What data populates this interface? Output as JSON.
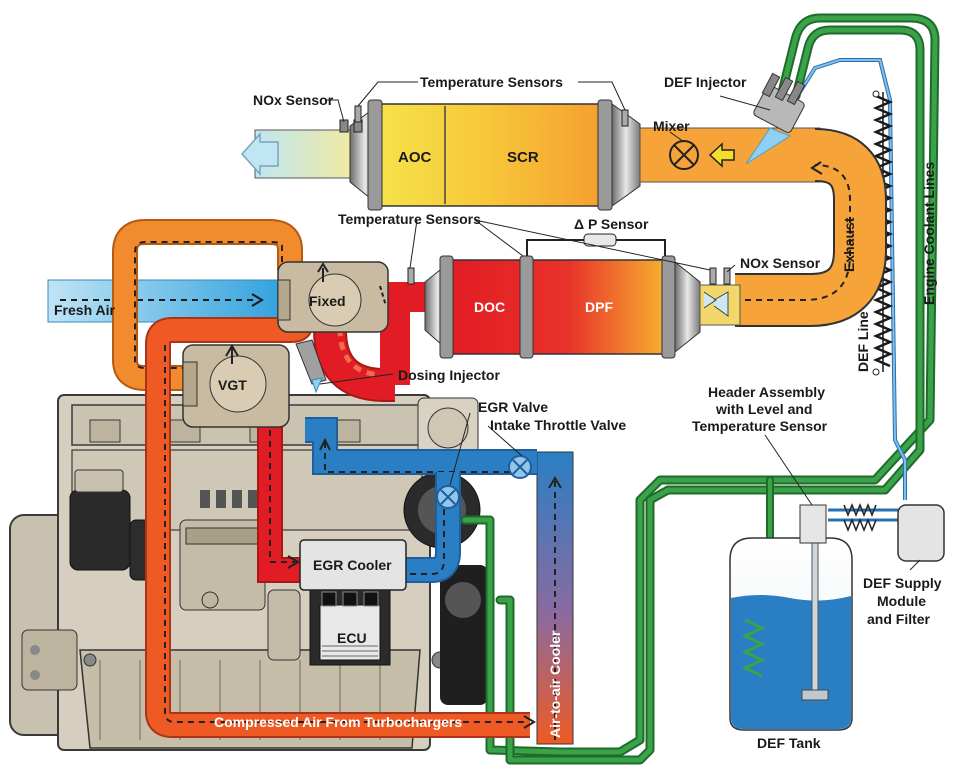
{
  "labels": {
    "nox_sensor_top": "NOx Sensor",
    "temp_sensors_top": "Temperature Sensors",
    "def_injector": "DEF Injector",
    "mixer": "Mixer",
    "aoc": "AOC",
    "scr": "SCR",
    "temp_sensors_mid": "Temperature Sensors",
    "dp_sensor": "Δ P Sensor",
    "nox_sensor_mid": "NOx Sensor",
    "exhaust": "Exhaust",
    "engine_coolant_lines": "Engine Coolant Lines",
    "def_line": "DEF Line",
    "fresh_air": "Fresh Air",
    "fixed": "Fixed",
    "doc": "DOC",
    "dpf": "DPF",
    "vgt": "VGT",
    "dosing_injector": "Dosing Injector",
    "egr_valve": "EGR Valve",
    "intake_throttle_valve": "Intake Throttle Valve",
    "header_line1": "Header Assembly",
    "header_line2": "with Level and",
    "header_line3": "Temperature Sensor",
    "egr_cooler": "EGR Cooler",
    "ecu": "ECU",
    "air_to_air_cooler": "Air-to-air Cooler",
    "def_supply_line1": "DEF Supply",
    "def_supply_line2": "Module",
    "def_supply_line3": "and Filter",
    "compressed_air": "Compressed Air From Turbochargers",
    "def_tank": "DEF Tank"
  },
  "colors": {
    "exhaust_orange": "#f5a030",
    "hot_red": "#e21c24",
    "fresh_air_blue": "#3aa6dc",
    "coolant_green": "#2e8b3a",
    "def_blue": "#4a8fd0",
    "compressed_orange": "#ef5a24",
    "engine_tan": "#d6cfbf"
  }
}
